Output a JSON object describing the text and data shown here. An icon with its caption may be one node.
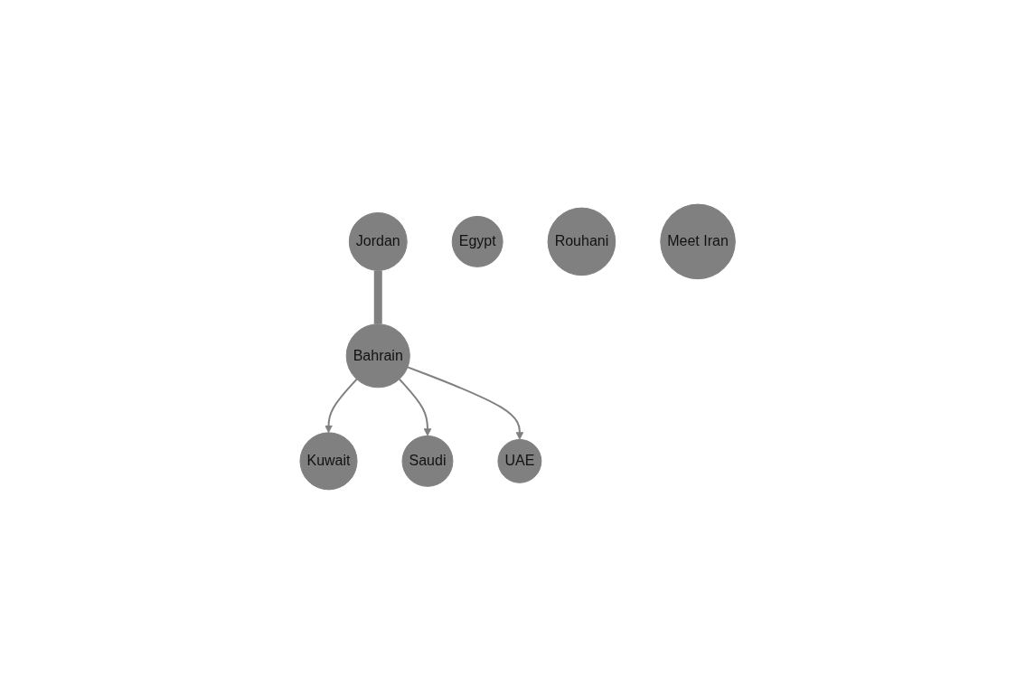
{
  "diagram": {
    "nodes": [
      {
        "text": [
          "Kuwait"
        ]
      },
      {
        "text": [
          "Saudi"
        ]
      },
      {
        "text": [
          "Jordan"
        ]
      },
      {
        "text": [
          "Bahrain"
        ]
      },
      {
        "text": [
          "UAE"
        ]
      },
      {
        "text": [
          "Egypt"
        ]
      },
      {
        "text": [
          "Rouhani"
        ]
      },
      {
        "text": [
          "Meet Iran"
        ]
      }
    ],
    "edges": [
      {
        "from": 3,
        "to": 0,
        "arrow": "to"
      },
      {
        "from": 3,
        "to": 1,
        "arrow": "to"
      },
      {
        "from": 2,
        "to": 3,
        "arrow": "none",
        "style": "thick"
      },
      {
        "from": 3,
        "to": 4,
        "arrow": "to"
      }
    ]
  }
}
